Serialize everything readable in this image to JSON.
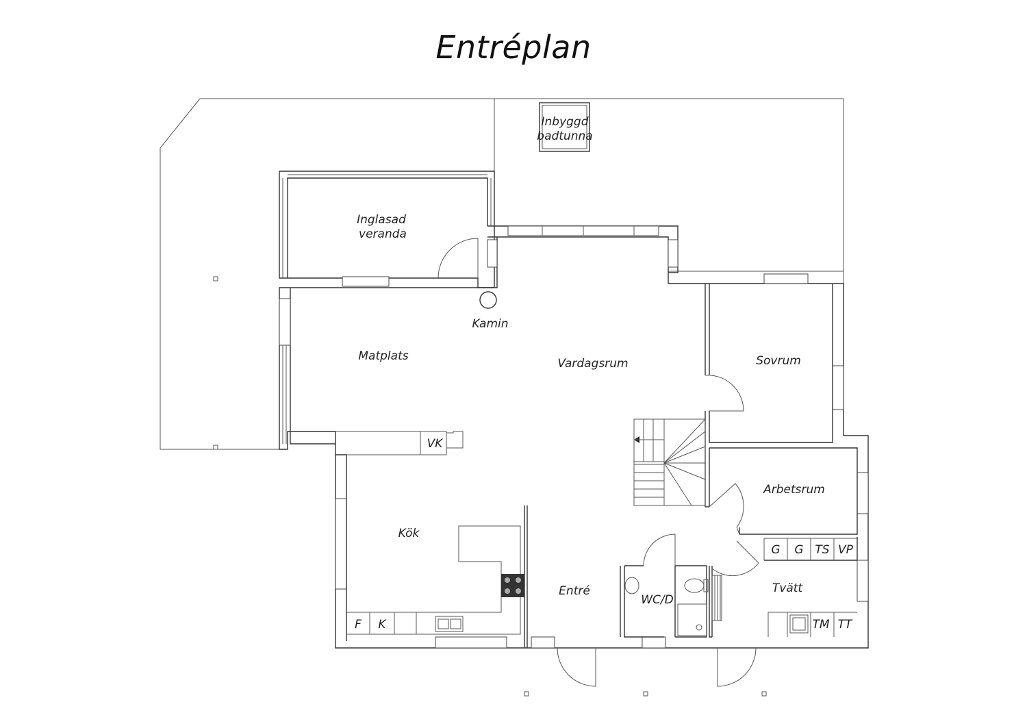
{
  "title": "Entréplan",
  "rooms": {
    "inbyggd_badtunna_line1": "Inbyggd",
    "inbyggd_badtunna_line2": "badtunna",
    "veranda_line1": "Inglasad",
    "veranda_line2": "veranda",
    "kamin": "Kamin",
    "matplats": "Matplats",
    "vardagsrum": "Vardagsrum",
    "sovrum": "Sovrum",
    "arbetsrum": "Arbetsrum",
    "kok": "Kök",
    "entre": "Entré",
    "wcd": "WC/D",
    "tvatt": "Tvätt"
  },
  "appliances": {
    "vk": "VK",
    "f": "F",
    "k": "K",
    "g1": "G",
    "g2": "G",
    "ts": "TS",
    "vp": "VP",
    "tm": "TM",
    "tt": "TT"
  }
}
